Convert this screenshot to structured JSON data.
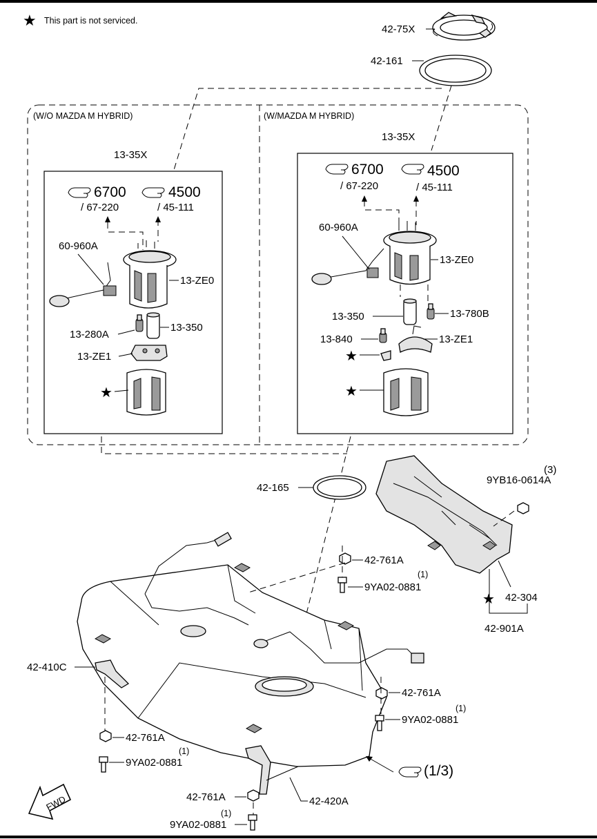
{
  "legend": {
    "symbol": "★",
    "text": "This part is not serviced."
  },
  "groups": {
    "wo_hybrid": "(W/O MAZDA M HYBRID)",
    "w_hybrid": "(W/MAZDA M HYBRID)"
  },
  "refs": {
    "page_6700": "6700",
    "sub_6700": "/ 67-220",
    "page_4500": "4500",
    "sub_4500": "/ 45-111",
    "next_page": "(1/3)"
  },
  "labels": {
    "p42_75x": "42-75X",
    "p42_161": "42-161",
    "p13_35x_left": "13-35X",
    "p13_35x_right": "13-35X",
    "p60_960a_left": "60-960A",
    "p60_960a_right": "60-960A",
    "p13_ze0_left": "13-ZE0",
    "p13_ze0_right": "13-ZE0",
    "p13_350_left": "13-350",
    "p13_350_right": "13-350",
    "p13_280a": "13-280A",
    "p13_ze1_left": "13-ZE1",
    "p13_ze1_right": "13-ZE1",
    "p13_780b": "13-780B",
    "p13_840": "13-840",
    "p42_165": "42-165",
    "p9yb16": "9YB16-0614A",
    "p9yb16_qty": "(3)",
    "p42_304": "42-304",
    "p42_901a": "42-901A",
    "p42_761a_1": "42-761A",
    "p9ya_1": "9YA02-0881",
    "p9ya_1_qty": "(1)",
    "p42_761a_2": "42-761A",
    "p9ya_2": "9YA02-0881",
    "p9ya_2_qty": "(1)",
    "p42_410c": "42-410C",
    "p42_761a_3": "42-761A",
    "p9ya_3": "9YA02-0881",
    "p9ya_3_qty": "(1)",
    "p42_761a_4": "42-761A",
    "p9ya_4": "9YA02-0881",
    "p9ya_4_qty": "(1)",
    "p42_420a": "42-420A",
    "fwd": "FWD"
  }
}
